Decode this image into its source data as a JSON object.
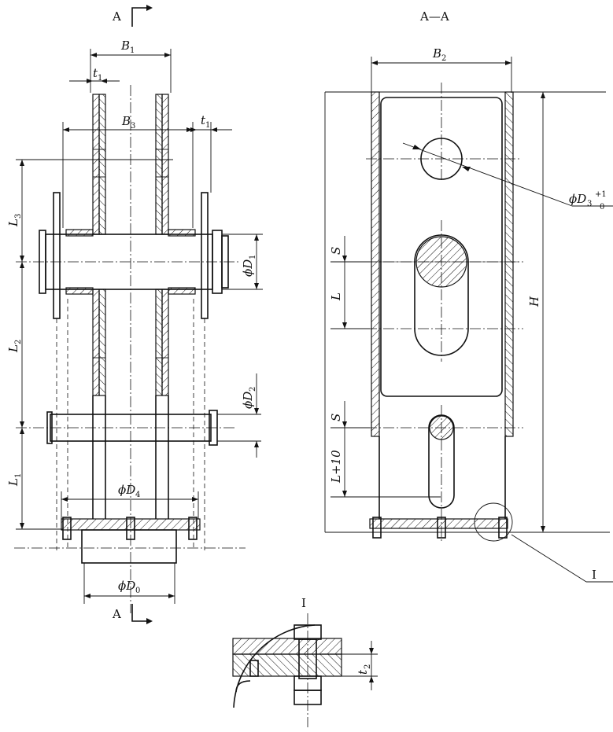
{
  "labels": {
    "section_mark_top": "A",
    "section_mark_bottom": "A",
    "section_title": "A—A",
    "b1": {
      "main": "B",
      "sub": "1"
    },
    "b2": {
      "main": "B",
      "sub": "2"
    },
    "b3": {
      "main": "B",
      "sub": "3"
    },
    "t1_left": {
      "main": "t",
      "sub": "1"
    },
    "t1_right": {
      "main": "t",
      "sub": "1"
    },
    "t2": {
      "main": "t",
      "sub": "2"
    },
    "l1": {
      "main": "L",
      "sub": "1"
    },
    "l2": {
      "main": "L",
      "sub": "2"
    },
    "l3": {
      "main": "L",
      "sub": "3"
    },
    "d0": {
      "main": "ϕD",
      "sub": "0"
    },
    "d1": {
      "main": "ϕD",
      "sub": "1"
    },
    "d2": {
      "main": "ϕD",
      "sub": "2"
    },
    "d3": {
      "main": "ϕD",
      "sub": "3",
      "tol_upper": "+1",
      "tol_lower": "0"
    },
    "d4": {
      "main": "ϕD",
      "sub": "4"
    },
    "h": "H",
    "s_upper": "S",
    "s_lower": "S",
    "l": "L",
    "l_plus_10": "L+10",
    "detail_callout": "I",
    "detail_title": "I"
  }
}
